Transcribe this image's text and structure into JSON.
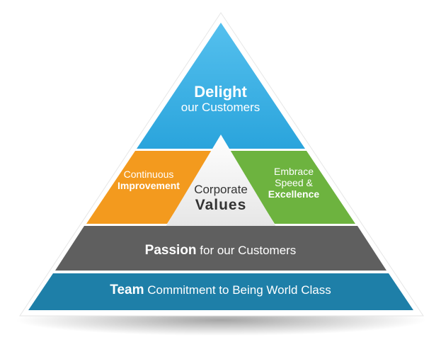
{
  "pyramid": {
    "top": {
      "strong": "Delight",
      "rest": "our Customers",
      "color": "#3aaee3"
    },
    "left": {
      "line1": "Continuous",
      "strong": "Improvement",
      "color": "#f39a1e"
    },
    "center": {
      "line1": "Corporate",
      "strong": "Values",
      "color": "#f1f1f1"
    },
    "right": {
      "line1": "Embrace",
      "line2": "Speed &",
      "strong": "Excellence",
      "color": "#6db33f"
    },
    "band1": {
      "strong": "Passion",
      "rest": " for our Customers",
      "color": "#5f5f5f"
    },
    "band2": {
      "strong": "Team",
      "rest": " Commitment to Being World Class",
      "color": "#1e7fa8"
    }
  }
}
